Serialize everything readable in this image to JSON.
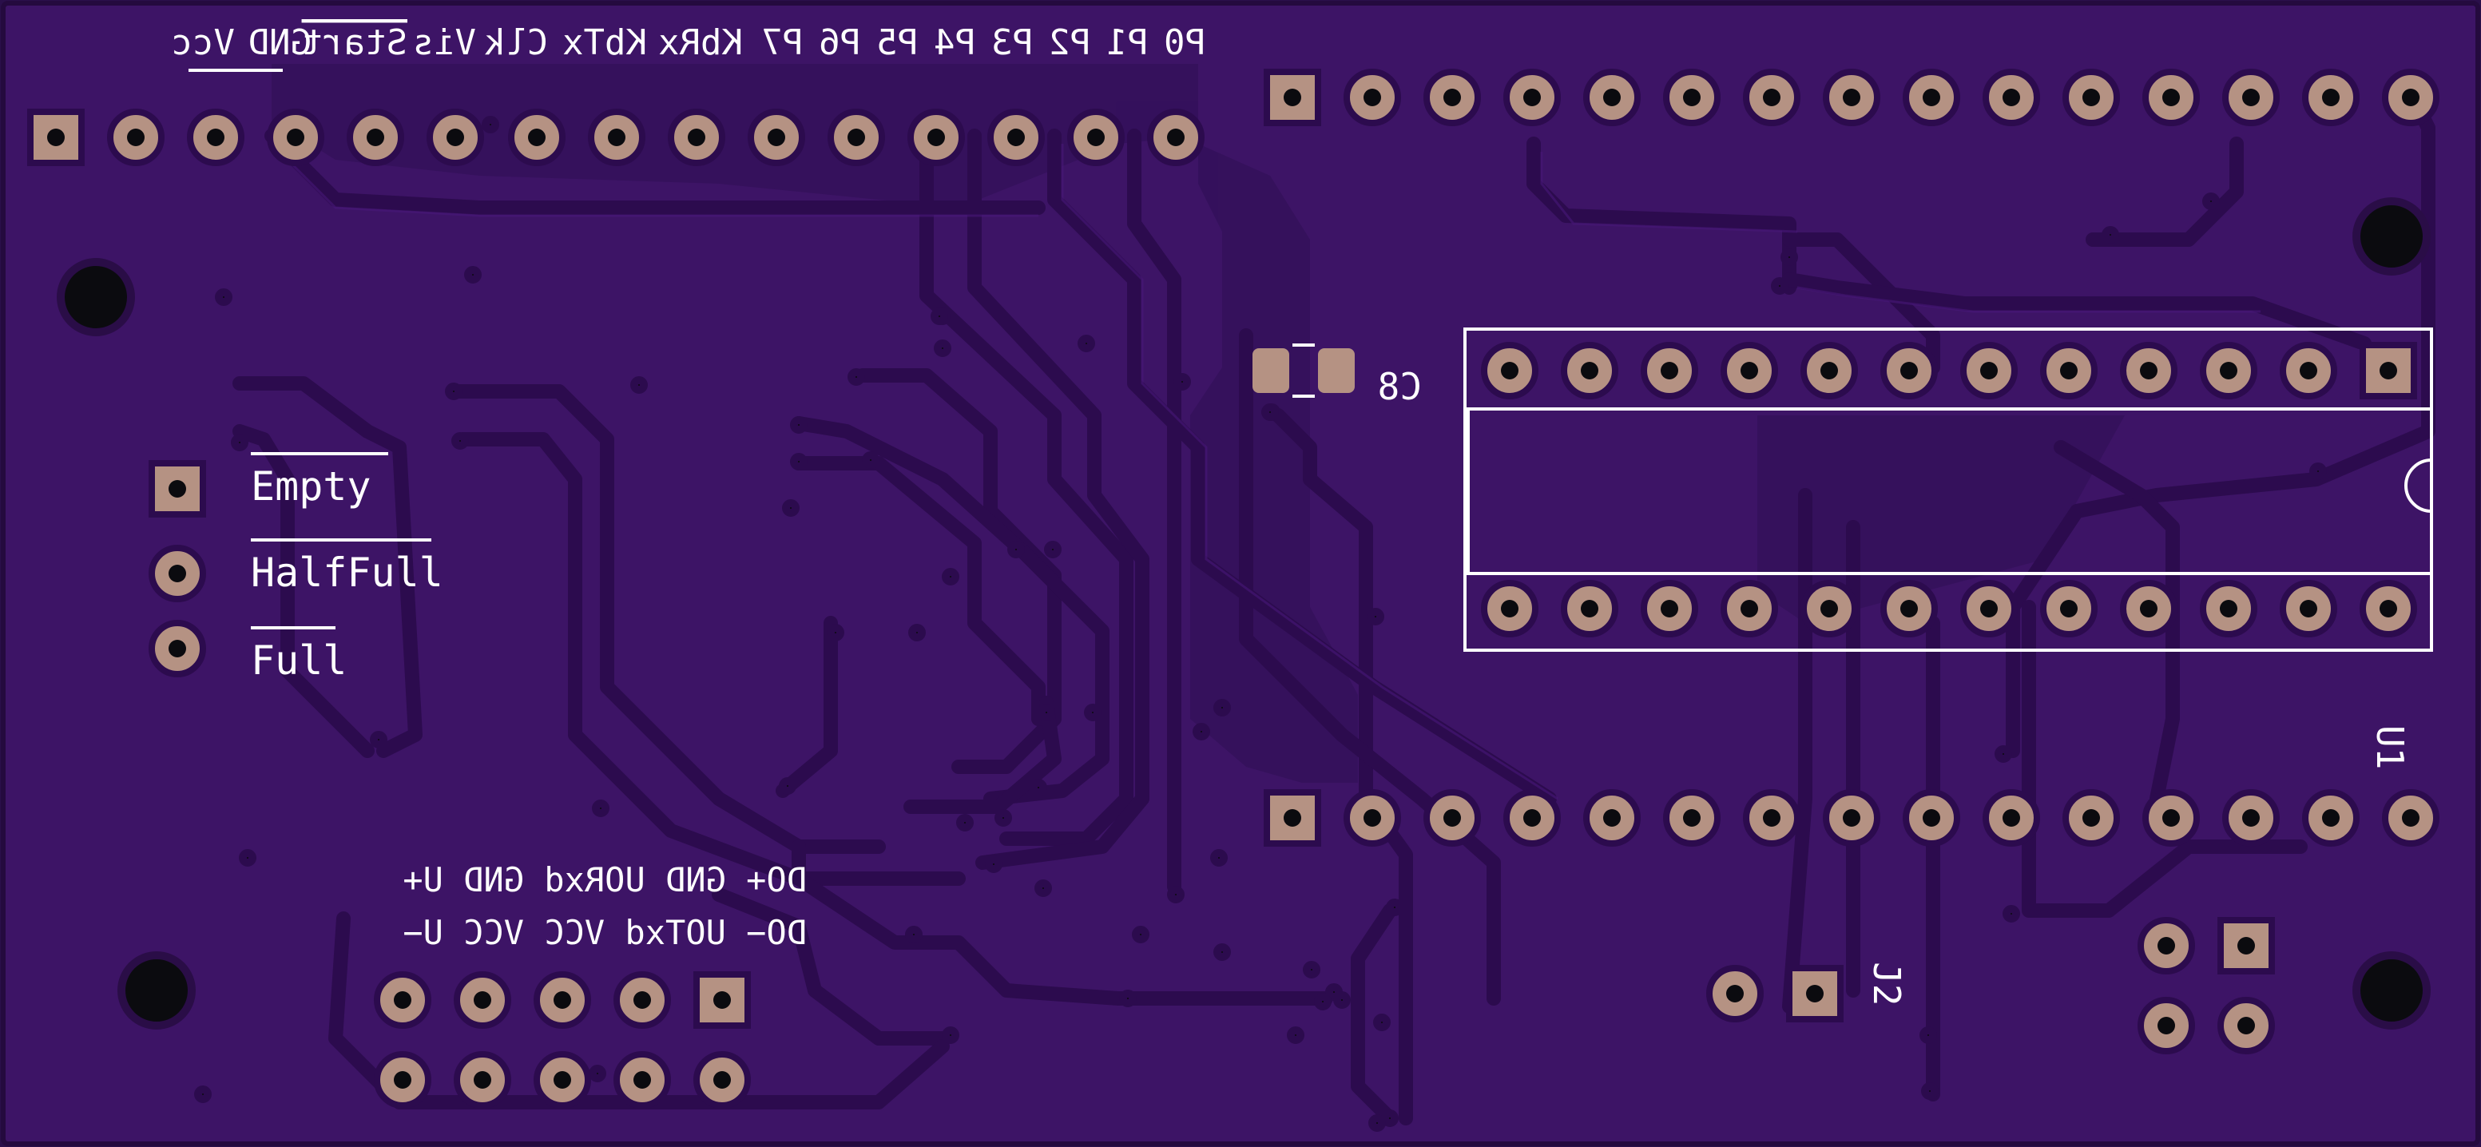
{
  "colors": {
    "board": "#3d1466",
    "edge": "#240a3e",
    "copper_pour": "#3a1263",
    "trace": "#2f0d52",
    "trace_edge": "#4a1a7c",
    "pad": "#b59283",
    "hole": "#0b0b0f",
    "silk": "#ffffff"
  },
  "header_labels": [
    "P0",
    "P1",
    "P2",
    "P3",
    "P4",
    "P5",
    "P6",
    "P7",
    "KbRx",
    "KbTx",
    "Clk",
    "Vis",
    "Start",
    "GND",
    "Vcc"
  ],
  "status_labels": [
    "Empty",
    "HalfFull",
    "Full"
  ],
  "usb_labels": {
    "top": "DO+ GND UORxd GND U+",
    "bottom": "DO− UOTxd  VCC VCC U−"
  },
  "refdes": {
    "cap": "C8",
    "ic": "U1",
    "jumper": "J2"
  }
}
